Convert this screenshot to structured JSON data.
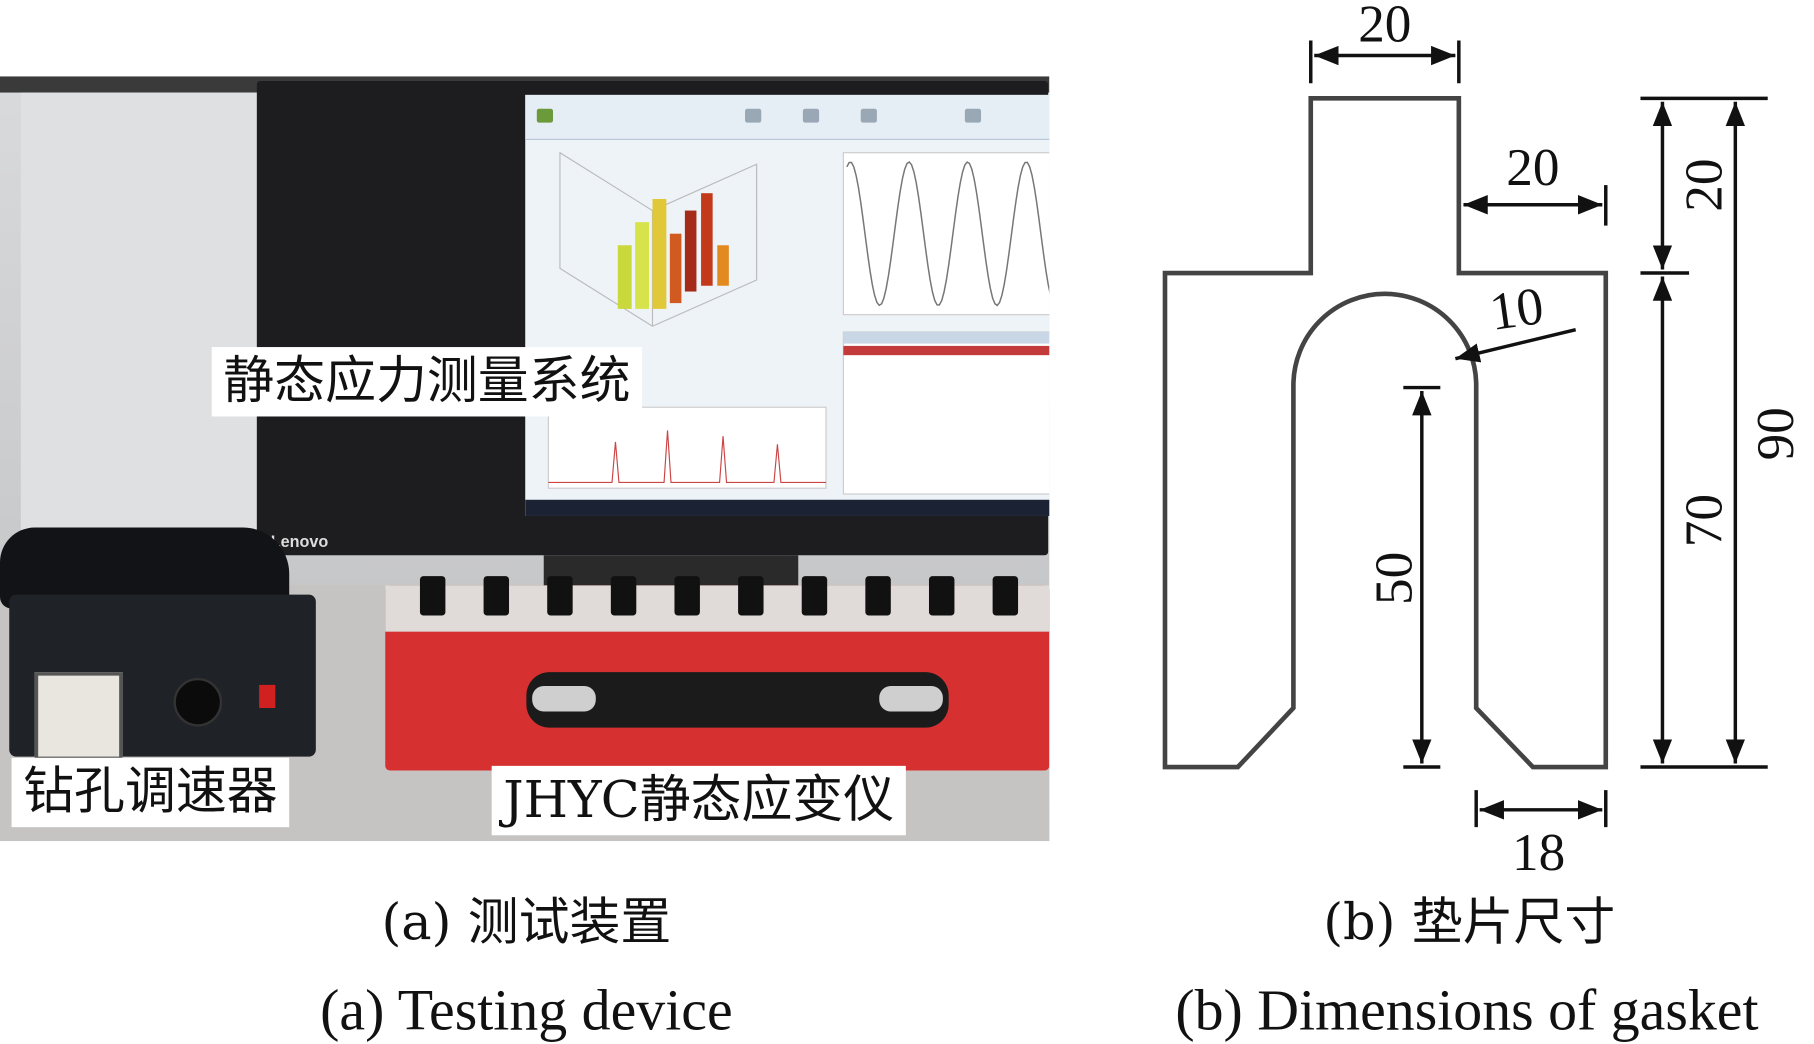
{
  "panel_a": {
    "photo_labels": {
      "system": "静态应力测量系统",
      "speed_controller": "钻孔调速器",
      "strain_meter": "JHYC静态应变仪"
    },
    "monitor_logo": "Lenovo",
    "caption_cn": "(a)  测试装置",
    "caption_en": "(a)  Testing device"
  },
  "panel_b": {
    "dimensions": {
      "top_width": "20",
      "shoulder_width": "20",
      "top_height": "20",
      "body_height": "70",
      "total_height": "90",
      "slot_depth": "50",
      "arc_radius": "10",
      "leg_width": "18"
    },
    "caption_cn": "(b)  垫片尺寸",
    "caption_en": "(b)  Dimensions of gasket"
  },
  "colors": {
    "outline": "#444444",
    "strain_meter_red": "#d63030"
  }
}
